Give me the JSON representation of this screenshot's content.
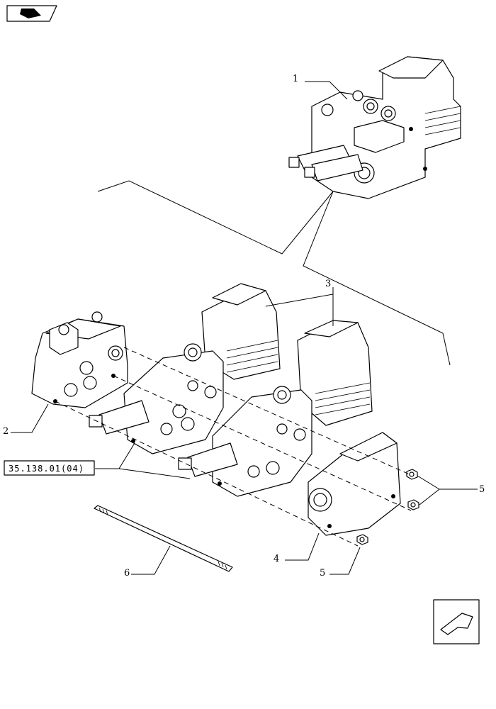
{
  "diagram": {
    "callouts": [
      {
        "id": "c1",
        "text": "1"
      },
      {
        "id": "c2",
        "text": "2"
      },
      {
        "id": "c3",
        "text": "3"
      },
      {
        "id": "c4",
        "text": "4"
      },
      {
        "id": "c5a",
        "text": "5"
      },
      {
        "id": "c5b",
        "text": "5"
      },
      {
        "id": "c6",
        "text": "6"
      }
    ],
    "reference_box": "35.138.01(04)",
    "icons": {
      "top_left": "book-nav-icon",
      "bottom_right": "back-arrow-nav-icon"
    }
  }
}
